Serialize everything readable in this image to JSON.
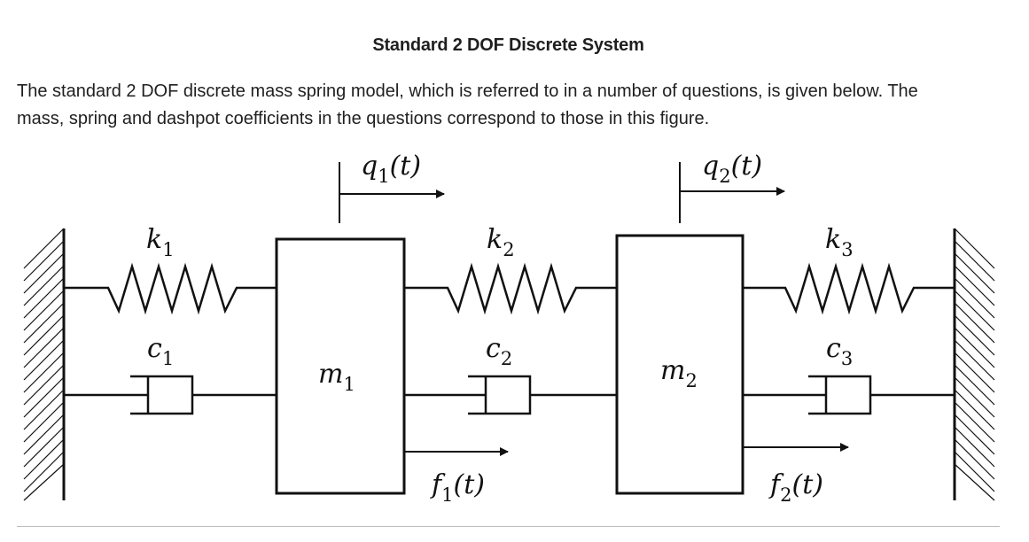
{
  "title": "Standard 2 DOF Discrete System",
  "description": {
    "line1": "The standard 2 DOF discrete mass spring model, which is referred to in a number of questions, is given below. The",
    "line2": "mass, spring and dashpot coefficients in the questions correspond to those in this figure."
  },
  "diagram": {
    "displacements": {
      "q1": "q1(t)",
      "q2": "q2(t)"
    },
    "springs": {
      "k1": "k1",
      "k2": "k2",
      "k3": "k3"
    },
    "dampers": {
      "c1": "c1",
      "c2": "c2",
      "c3": "c3"
    },
    "masses": {
      "m1": "m1",
      "m2": "m2"
    },
    "forces": {
      "f1": "f1(t)",
      "f2": "f2(t)"
    }
  }
}
